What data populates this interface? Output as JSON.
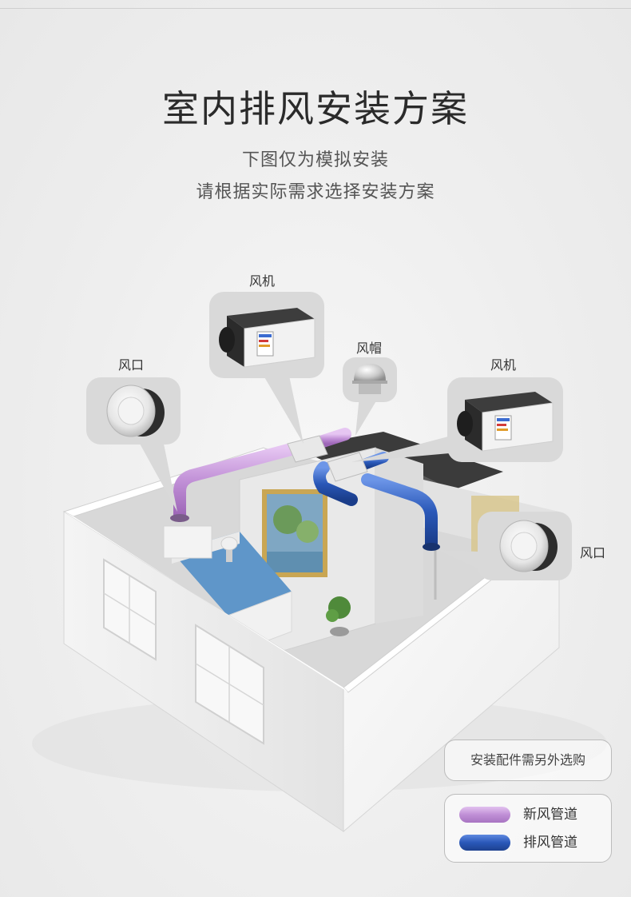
{
  "header": {
    "title": "室内排风安装方案",
    "subtitle_line1": "下图仅为模拟安装",
    "subtitle_line2": "请根据实际需求选择安装方案"
  },
  "callouts": {
    "fan_top": "风机",
    "cap": "风帽",
    "vent_left": "风口",
    "fan_right": "风机",
    "vent_right": "风口"
  },
  "note": "安装配件需另外选购",
  "legend": [
    {
      "label": "新风管道",
      "color": "#c08fd6"
    },
    {
      "label": "排风管道",
      "color": "#2a58b8"
    }
  ],
  "icons": [
    "fan-unit-icon",
    "rain-cap-icon",
    "air-vent-icon"
  ]
}
